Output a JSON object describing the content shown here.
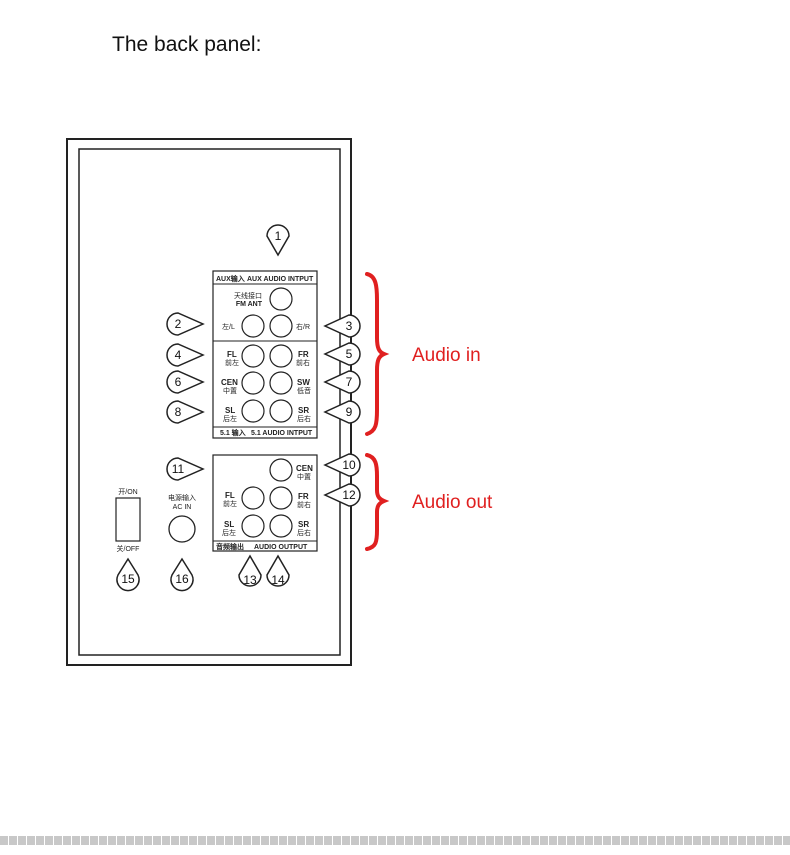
{
  "page_title": "The back panel:",
  "aux_section": {
    "header_cn": "AUX输入",
    "header_en": "AUX AUDIO INTPUT",
    "fm_ant_cn": "天线接口",
    "fm_ant_en": "FM ANT",
    "left_label": "左/L",
    "right_label": "右/R"
  },
  "input_51": {
    "footer_cn": "5.1 输入",
    "footer_en": "5.1 AUDIO INTPUT",
    "fl": "FL",
    "fl_cn": "前左",
    "fr": "FR",
    "fr_cn": "前右",
    "cen": "CEN",
    "cen_cn": "中置",
    "sw": "SW",
    "sw_cn": "低音",
    "sl": "SL",
    "sl_cn": "后左",
    "sr": "SR",
    "sr_cn": "后右"
  },
  "output": {
    "footer_cn": "音频输出",
    "footer_en": "AUDIO OUTPUT",
    "cen": "CEN",
    "cen_cn": "中置",
    "fl": "FL",
    "fl_cn": "前左",
    "fr": "FR",
    "fr_cn": "前右",
    "sl": "SL",
    "sl_cn": "后左",
    "sr": "SR",
    "sr_cn": "后右"
  },
  "power_switch": {
    "on_label": "开/ON",
    "off_label": "关/OFF"
  },
  "ac_in": {
    "label_cn": "电源输入",
    "label_en": "AC IN"
  },
  "callouts": [
    "1",
    "2",
    "3",
    "4",
    "5",
    "6",
    "7",
    "8",
    "9",
    "10",
    "11",
    "12",
    "13",
    "14",
    "15",
    "16"
  ],
  "annotations": {
    "audio_in": "Audio in",
    "audio_out": "Audio out",
    "accent_color": "#e02020"
  }
}
